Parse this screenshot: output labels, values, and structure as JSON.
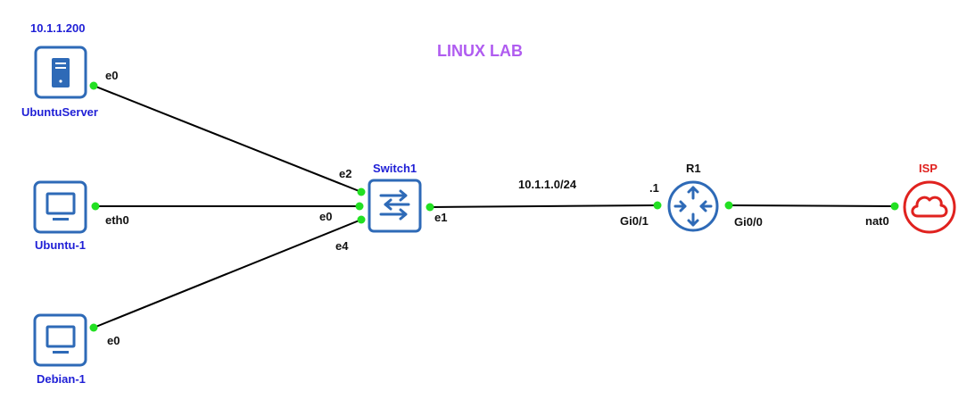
{
  "title": "LINUX LAB",
  "colors": {
    "device_blue": "#2e6ab7",
    "label_blue": "#1f1fd6",
    "isp_red": "#e0221f",
    "port_green": "#22e022",
    "title_purple": "#b05cf0",
    "link_black": "#000000"
  },
  "nodes": {
    "ubuntu_server": {
      "name": "UbuntuServer",
      "ip": "10.1.1.200",
      "icon": "server-icon"
    },
    "ubuntu1": {
      "name": "Ubuntu-1",
      "icon": "desktop-monitor-icon"
    },
    "debian1": {
      "name": "Debian-1",
      "icon": "desktop-monitor-icon"
    },
    "switch1": {
      "name": "Switch1",
      "icon": "switch-arrows-icon"
    },
    "r1": {
      "name": "R1",
      "icon": "router-icon"
    },
    "isp": {
      "name": "ISP",
      "icon": "cloud-icon"
    }
  },
  "ports": {
    "server_e0": "e0",
    "ubuntu_eth0": "eth0",
    "debian_e0": "e0",
    "sw_e2": "e2",
    "sw_e0": "e0",
    "sw_e4": "e4",
    "sw_e1": "e1",
    "r1_gi01": "Gi0/1",
    "r1_gi00": "Gi0/0",
    "isp_nat0": "nat0"
  },
  "annotations": {
    "subnet": "10.1.1.0/24",
    "r1_host": ".1"
  }
}
